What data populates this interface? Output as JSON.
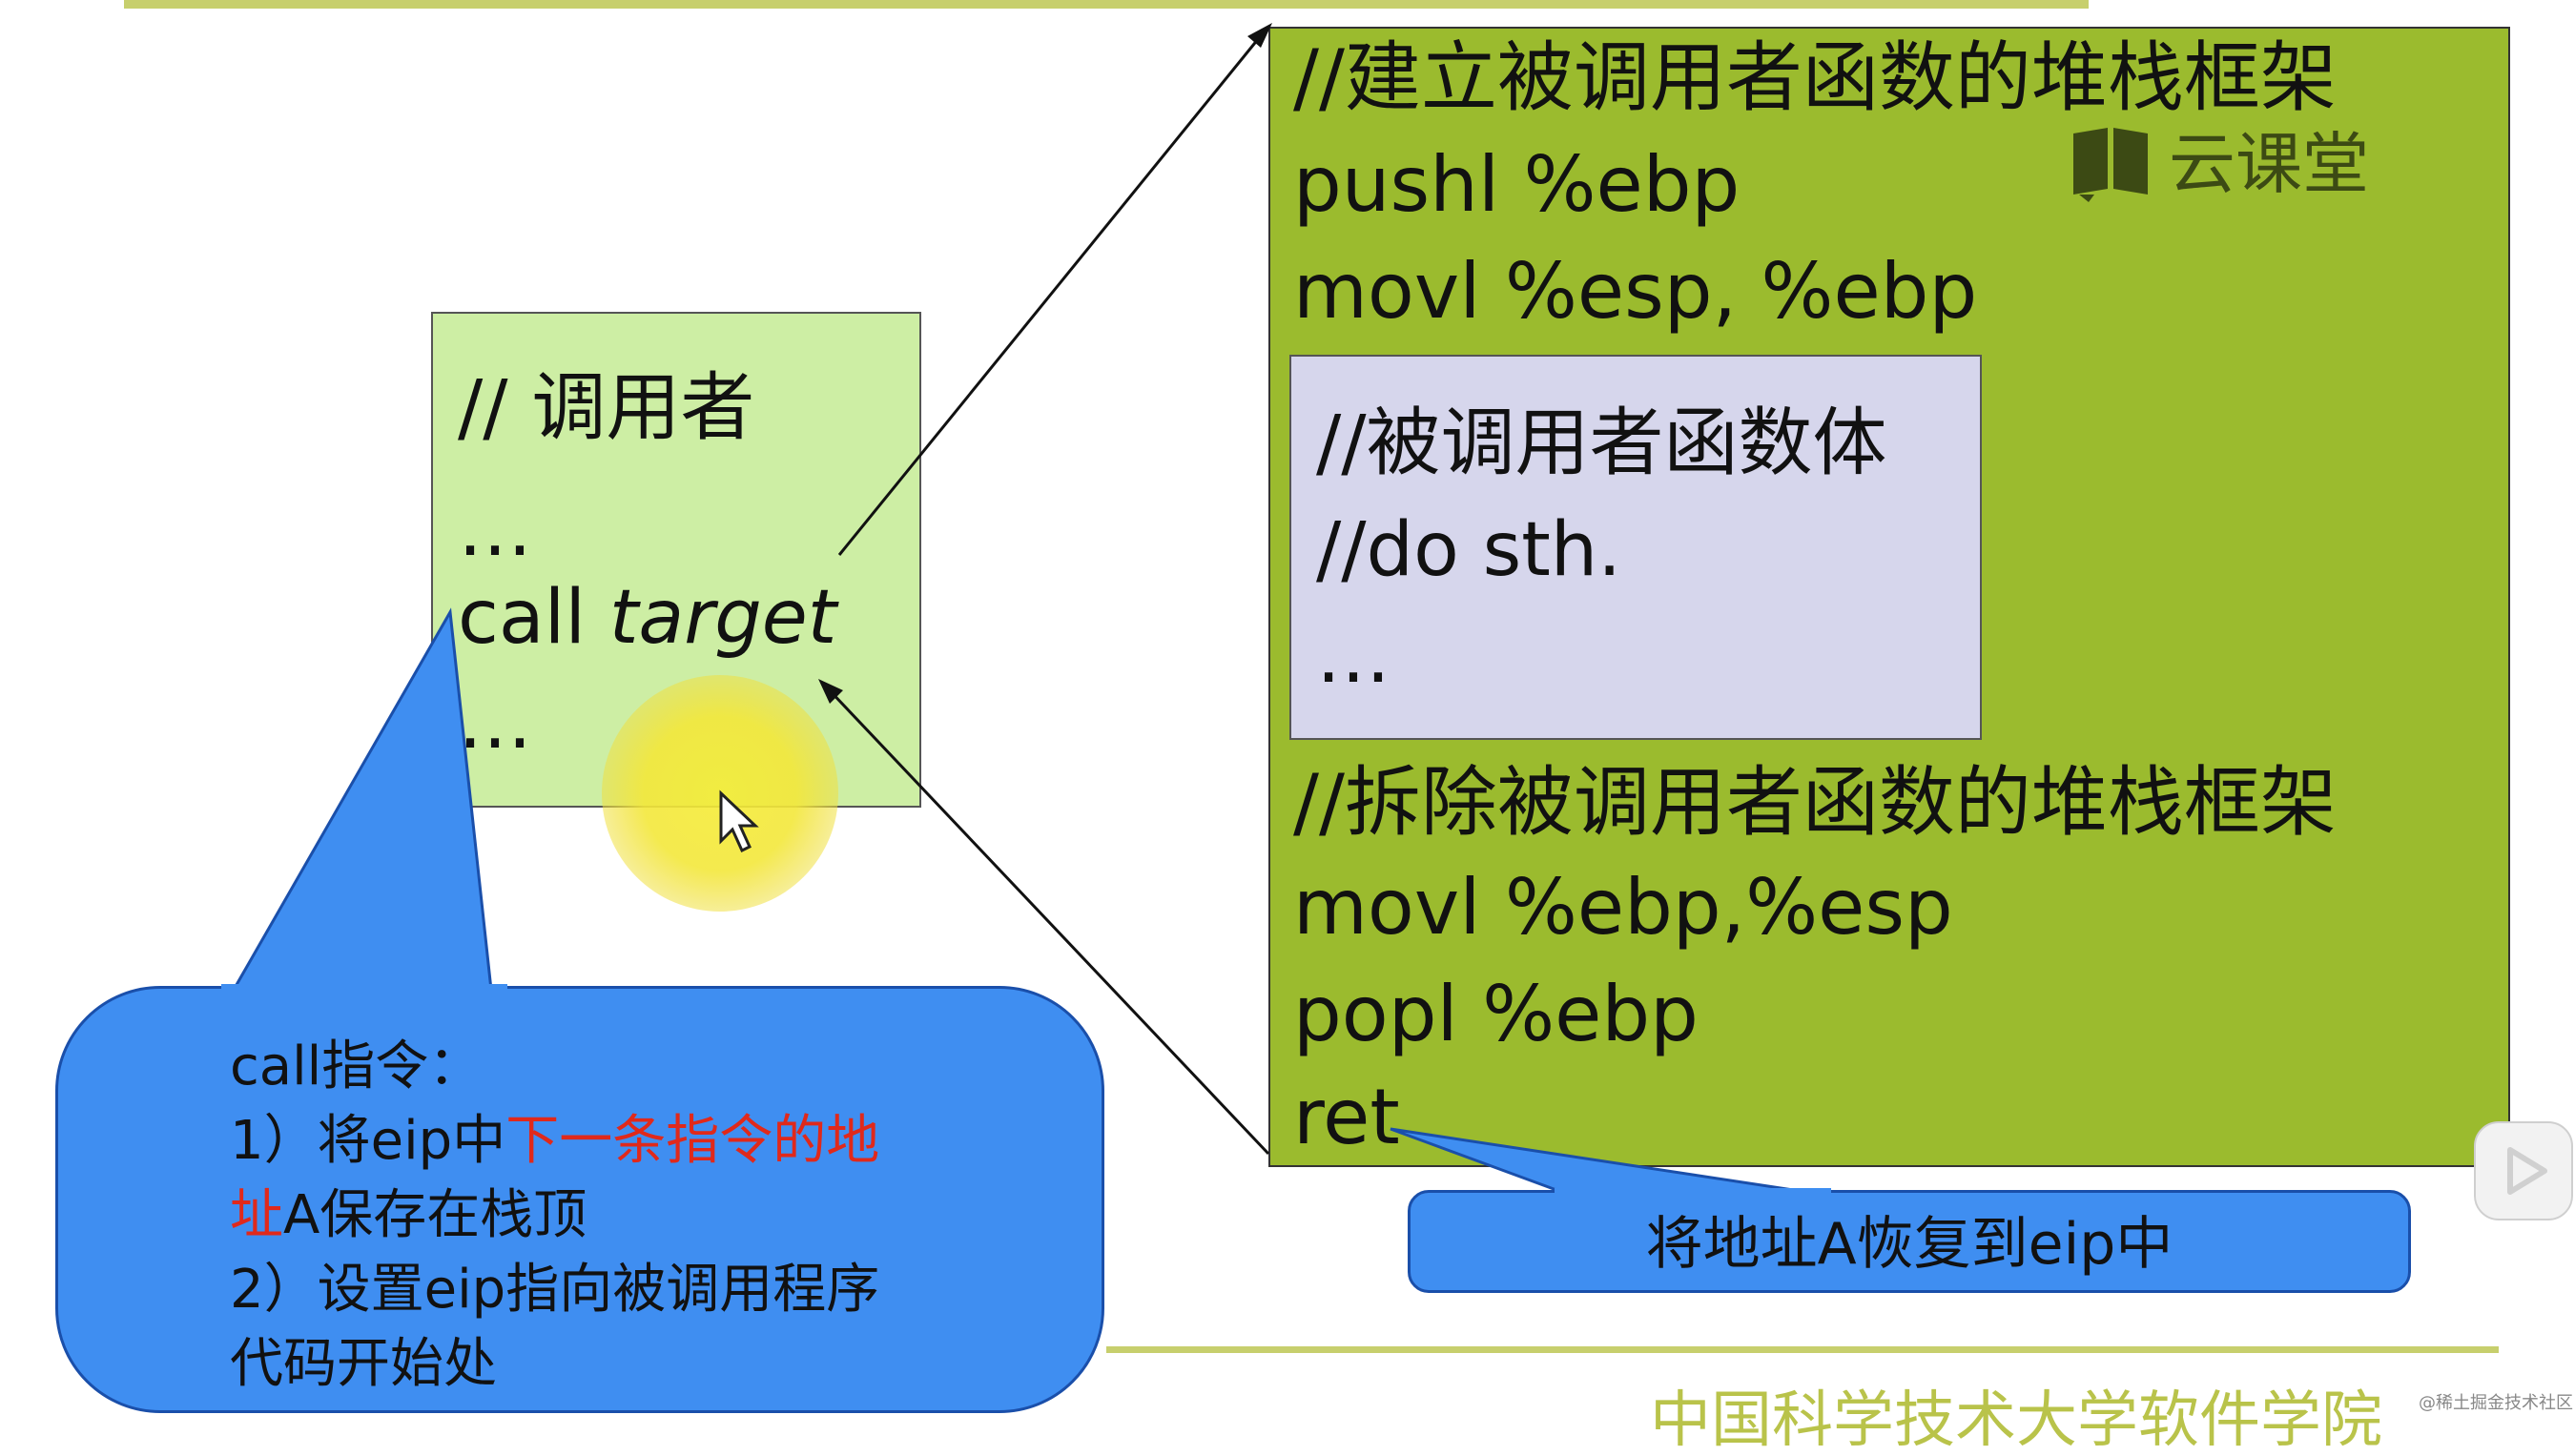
{
  "caller": {
    "comment": "// 调用者",
    "ellipsis_top": "…",
    "call_keyword": "call",
    "call_target": "target",
    "ellipsis_bottom": "…"
  },
  "callee": {
    "setup_comment": "//建立被调用者函数的堆栈框架",
    "push_ebp": "pushl %ebp",
    "mov_esp_ebp": "movl %esp, %ebp",
    "body": {
      "comment": "//被调用者函数体",
      "do_sth": "//do sth.",
      "ellipsis": "…"
    },
    "teardown_comment": "//拆除被调用者函数的堆栈框架",
    "mov_ebp_esp": "movl %ebp,%esp",
    "pop_ebp": "popl %ebp",
    "ret": "ret"
  },
  "watermark": {
    "text": "云课堂",
    "icon": "book-icon"
  },
  "call_callout": {
    "title": "call指令：",
    "step1_prefix": "1）将eip中",
    "step1_highlight_a": "下一条指令的地",
    "step1_highlight_b": "址",
    "step1_suffix": "A保存在栈顶",
    "step2_line1": "2）设置eip指向被调用程序",
    "step2_line2": "代码开始处"
  },
  "ret_callout": {
    "text": "将地址A恢复到eip中"
  },
  "footer": {
    "text": "中国科学技术大学软件学院",
    "mark": "@稀土掘金技术社区"
  },
  "colors": {
    "caller_box": "#cdeea4",
    "callee_box": "#9bbb2e",
    "body_box": "#d6d6ec",
    "callout": "#3f8ef1",
    "highlight": "#e0291b",
    "rule": "#c7cf6d"
  },
  "icons": [
    "book-icon",
    "cursor-icon",
    "play-icon"
  ]
}
